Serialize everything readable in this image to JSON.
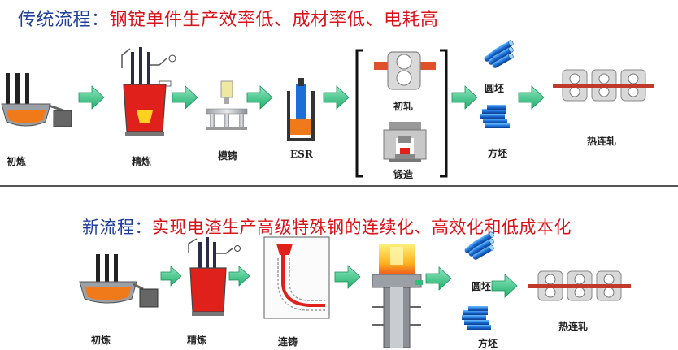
{
  "traditional": {
    "title_prefix": "传统流程：",
    "title_text": "钢锭单件生产效率低、成材率低、电耗高",
    "steps": {
      "primary_smelting": "初炼",
      "refining": "精炼",
      "die_casting": "模铸",
      "esr": "ESR",
      "rolling": "初轧",
      "forging": "锻造",
      "round_billet": "圆坯",
      "square_billet": "方坯",
      "hot_rolling": "热连轧"
    }
  },
  "new": {
    "title_prefix": "新流程：",
    "title_text": "实现电渣生产高级特殊钢的连续化、高效化和低成本化",
    "steps": {
      "primary_smelting": "初炼",
      "refining": "精炼",
      "continuous_casting": "连铸",
      "round_billet": "圆坯",
      "square_billet": "方坯",
      "hot_rolling": "热连轧"
    }
  },
  "colors": {
    "title_blue": "#1f3f9a",
    "title_red": "#d8141a",
    "arrow_green": "#2fbf7a",
    "steel_red": "#e0201a",
    "billet_blue": "#1c6fd6",
    "roller_red": "#c0392b",
    "divider": "#555555"
  }
}
